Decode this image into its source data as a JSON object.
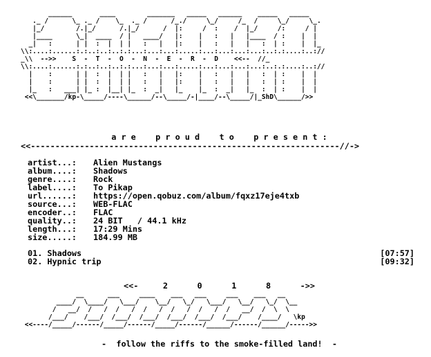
{
  "header": {
    "ascii_logo": "       ______       ____        _______   _____   ______    _____   _____\n   ._ /      \\_ ._ /    \\_  ._ /      /_./     \\_/     /_  /     \\_/     \\_.\n   |_/        /.|_/      /.|_/      /  |:     /  :    /  |_/     /:     / |\n   |____      \\_|  ____  / |   ____/   |:    |   :   |   |____  / :    |  |\n  _|   :      | |  :  |  | |   :   |   |:    |   :   |   |   :  | :    |  |_\n\\\\:....:......:.:..:..:..:.:...:...:...:.....:...:...:...:...:..:.:....:..://\n_\\\\  -->>    S  -  T  -  O  -  N  -  E  -  R  -  D    <<--  //_\n\\\\:....:......:.:..:..:..:.:...:...:...:.....:...:...:...:...:..:.:....:..://\n  |    :      | |  :  |  | |   :   |   |:    |   :   |   |   :  | :    |  |\n  |    :      | |  :  |  | |   :   |   |:    |   :   |   |   :  | :    |  |\n  |_   :   ___| |_ :  |__| |_  :  _|   |_    |_  :  _|   |_  :  | :    |  |\n <<\\_______/kp-\\_____/----\\______/--\\_____/-|____/--\\_____/|_ShD\\______/>>",
    "present_line": "a r e    p r o u d    t o    p r e s e n t :",
    "rule_line": "<<---------------------------------------------------------------//->"
  },
  "info": [
    {
      "key": "artist...:",
      "value": "Alien Mustangs"
    },
    {
      "key": "album....:",
      "value": "Shadows"
    },
    {
      "key": "genre....:",
      "value": "Rock"
    },
    {
      "key": "label....:",
      "value": "To Pikap"
    },
    {
      "key": "url......:",
      "value": "https://open.qobuz.com/album/fqxz17eje4txb"
    },
    {
      "key": "source...:",
      "value": "WEB-FLAC"
    },
    {
      "key": "encoder..:",
      "value": "FLAC"
    },
    {
      "key": "quality..:",
      "value": "24 BIT   / 44.1 kHz"
    },
    {
      "key": "length...:",
      "value": "17:29 Mins"
    },
    {
      "key": "size.....:",
      "value": "184.99 MB"
    }
  ],
  "tracks": [
    {
      "title": "01. Shadows",
      "duration": "[07:57]"
    },
    {
      "title": "02. Hypnic trip",
      "duration": "[09:32]"
    }
  ],
  "footer": {
    "year_line": "<<-     2      0      1      8      ->>",
    "ascii_logo": "              __      ___     ____    ___   ___     ___    ___   __\n         ____/  \\____/   \\___/    \\__/   \\_/   \\___/   \\__/   \\_/  \\__\n        /   __/  /   /  /   /  /   /  /   /  /   /  /   __/  /  \\  \\\n       /___/    /___/  /___/  /___/  /___/  /___/  /___/    /____/   \\kp\n <<----/_____/------/_____/------/_____/------/______/------/______/----->>",
    "tagline": "-  follow the riffs to the smoke-filled land!  -"
  }
}
